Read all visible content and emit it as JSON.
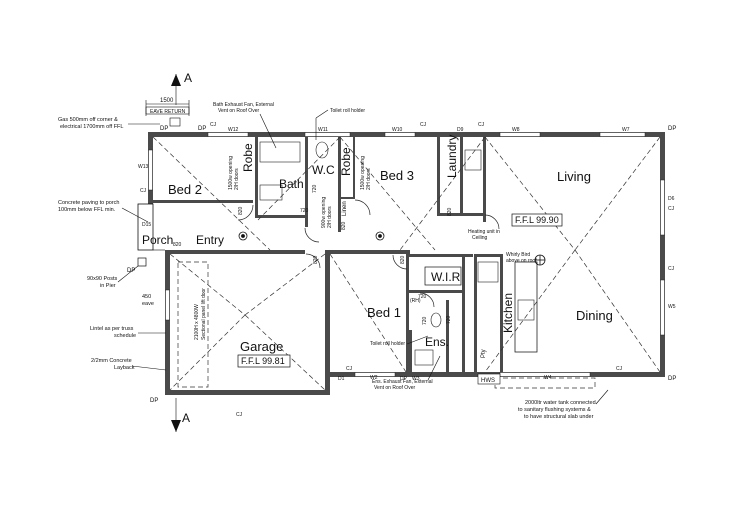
{
  "section_marker": "A",
  "dimension_top": "1500",
  "eave_return": "EAVE RETURN",
  "rooms": {
    "bed2": "Bed 2",
    "bath": "Bath",
    "wc": "W.C",
    "bed3": "Bed 3",
    "laundry": "Laundry",
    "living": "Living",
    "porch": "Porch",
    "entry": "Entry",
    "robe1": "Robe",
    "robe2": "Robe",
    "linen": "Linen",
    "wir": "W.I.R",
    "bed1": "Bed 1",
    "ens": "Ens.",
    "pty": "Pty",
    "kitchen": "Kitchen",
    "dining": "Dining",
    "garage": "Garage",
    "hws": "HWS"
  },
  "ffl": {
    "living": "F.F.L 99.90",
    "garage": "F.F.L 99.81"
  },
  "notes": {
    "gas": [
      "Gas 500mm off corner &",
      "electrical 1700mm off FFL"
    ],
    "paving": [
      "Concrete paving to porch",
      "100mm below  FFL min."
    ],
    "posts": [
      "90x90 Posts",
      "in Pier"
    ],
    "eave": [
      "450",
      "eave"
    ],
    "lintel": [
      "Lintel as per truss",
      "schedule"
    ],
    "layback": [
      "2/2mm Concrete",
      "Layback"
    ],
    "bath_fan": [
      "Bath Exhaust Fan, External",
      "Vent on Roof Over"
    ],
    "toilet_holder_top": "Toilet roll holder",
    "toilet_holder_ens": "Toilet roll holder",
    "ens_fan": [
      "Ens. Exhaust Fan, External",
      "Vent on Roof Over"
    ],
    "heating": [
      "Heating unit in",
      "Ceiling"
    ],
    "whirly": [
      "Whirly Bird",
      "above on roof"
    ],
    "water_tank": [
      "2000ltr water tank connected",
      "to sanitary flushing systems &",
      "to have structural slab under"
    ],
    "opening_bath": [
      "1500w opening",
      "2/H doors"
    ],
    "opening_linen": [
      "900w opening",
      "2/H doors"
    ],
    "opening_bed3": [
      "1500w opening",
      "2/H doors"
    ],
    "sectional_door": [
      "2100H x 4800W",
      "Sectional panel lift door"
    ]
  },
  "tags": {
    "dp": "DP",
    "cj": "CJ",
    "w12": "W12",
    "w11": "W11",
    "w10": "W10",
    "d9": "D9",
    "w8": "W8",
    "w7": "W7",
    "w13": "W13",
    "d1": "D1",
    "w2": "W2",
    "w3": "W3",
    "w4": "W4",
    "w5": "W5",
    "d6": "D6",
    "d15": "D15",
    "rh": "(RH)"
  },
  "dims": {
    "d820a": "820",
    "d820b": "820",
    "d820c": "820",
    "d820d": "820",
    "d820e": "820",
    "d820f": "820",
    "d720a": "720",
    "d720b": "720",
    "d720c": "720",
    "d720d": "720",
    "d720e": "720"
  }
}
